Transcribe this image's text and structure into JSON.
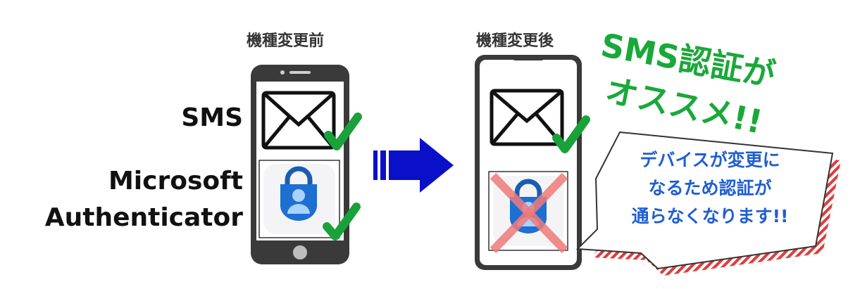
{
  "before": {
    "title": "機種変更前",
    "label_sms": "SMS",
    "label_app_line1": "Microsoft",
    "label_app_line2": "Authenticator"
  },
  "after": {
    "title": "機種変更後"
  },
  "slogan": {
    "line1": "SMS認証が",
    "line2": "オススメ!!"
  },
  "bubble": {
    "line1": "デバイスが変更に",
    "line2": "なるため認証が",
    "line3": "通らなくなります!!"
  },
  "colors": {
    "phone": "#3a3a3a",
    "check": "#19a23a",
    "arrow": "#0a10c8",
    "cross": "#f07a7a",
    "slogan": "#1aa83a",
    "bubble_text": "#1f5fd0",
    "bubble_edge": "#e23a3a"
  }
}
